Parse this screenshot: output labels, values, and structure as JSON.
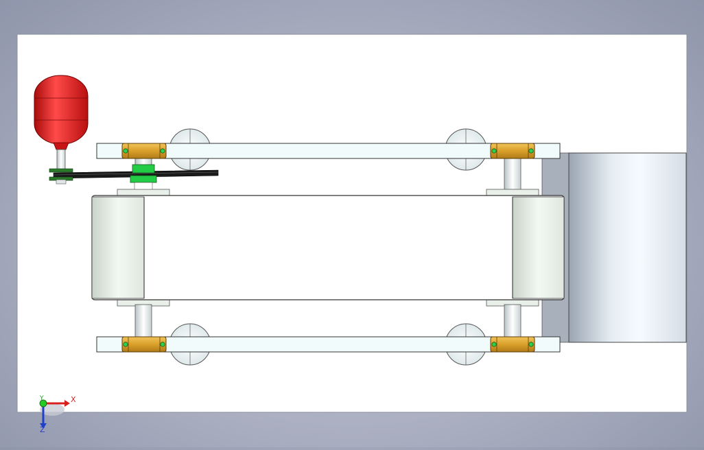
{
  "view": {
    "background": "#a9aec0",
    "sheet_color": "#ffffff"
  },
  "colors": {
    "motor": "#e01515",
    "bearing": "#d9a02a",
    "pulley_green": "#22cc44",
    "belt": "#1a1a1a",
    "frame_fill": "#f2fbfb",
    "roller_fill": "#eef4ee",
    "block_fill": "#dfe8ee"
  },
  "triad": {
    "x_label": "X",
    "y_label": "Y",
    "z_label": "Z"
  }
}
